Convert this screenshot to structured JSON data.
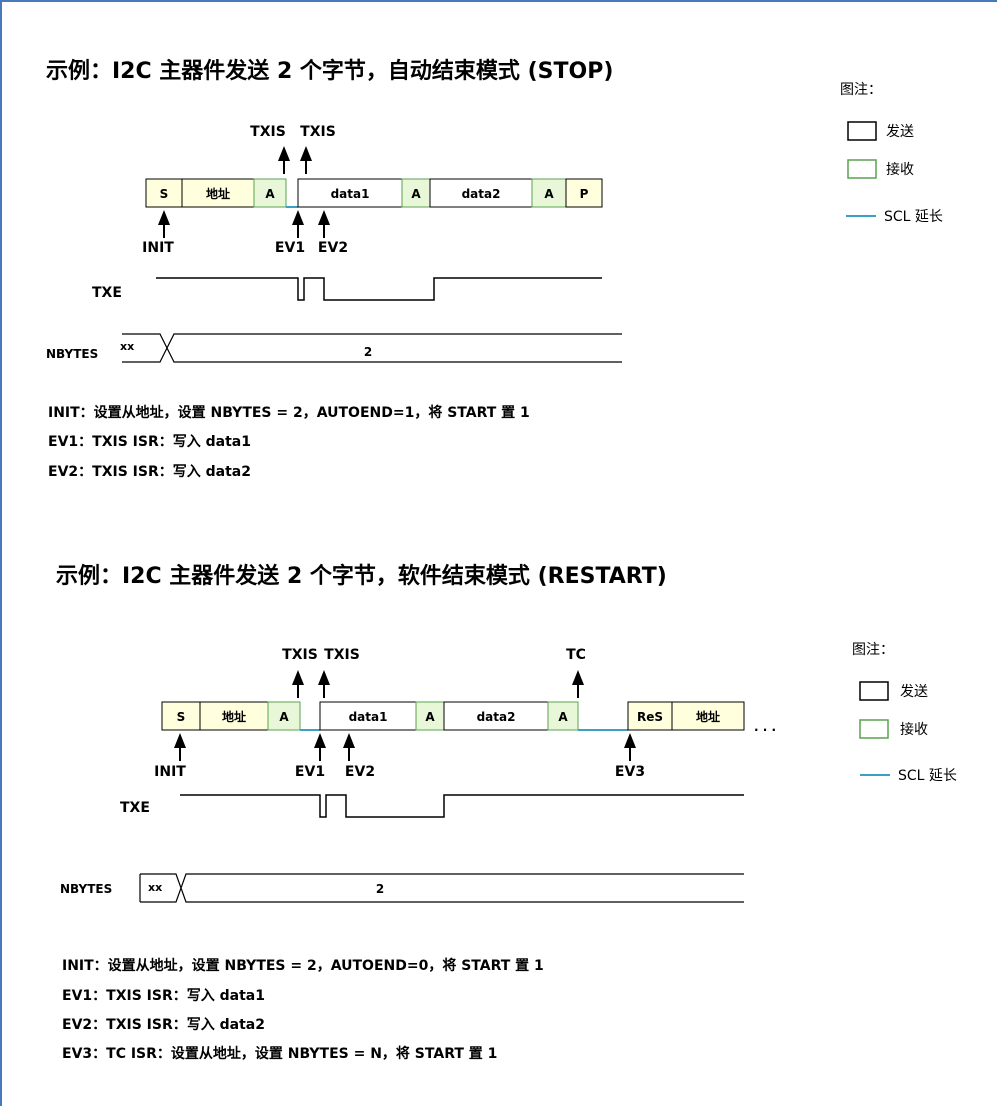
{
  "colors": {
    "send_box_fill": "#ffffdd",
    "receive_box_fill": "#e8f7d8",
    "receive_border": "#5aa050",
    "scl_stretch": "#3aa0c8",
    "frame": "#4a78b8"
  },
  "icons": [
    "up-arrow-icon"
  ],
  "diagram1": {
    "title": "示例：I2C 主器件发送 2 个字节，自动结束模式 (STOP)",
    "legend": {
      "title": "图注：",
      "send": "发送",
      "receive": "接收",
      "scl": "SCL 延长"
    },
    "frame": {
      "s": "S",
      "addr": "地址",
      "a1": "A",
      "data1": "data1",
      "a2": "A",
      "data2": "data2",
      "a3": "A",
      "p": "P"
    },
    "events": {
      "txis1": "TXIS",
      "txis2": "TXIS",
      "init": "INIT",
      "ev1": "EV1",
      "ev2": "EV2"
    },
    "signals": {
      "txe": "TXE",
      "nbytes": "NBYTES",
      "nb_old": "xx",
      "nb_new": "2"
    },
    "notes": [
      "INIT：设置从地址，设置 NBYTES = 2，AUTOEND=1，将 START 置 1",
      "EV1：TXIS ISR：写入 data1",
      "EV2：TXIS ISR：写入 data2"
    ]
  },
  "diagram2": {
    "title": "示例：I2C 主器件发送 2 个字节，软件结束模式 (RESTART)",
    "legend": {
      "title": "图注：",
      "send": "发送",
      "receive": "接收",
      "scl": "SCL 延长"
    },
    "frame": {
      "s": "S",
      "addr": "地址",
      "a1": "A",
      "data1": "data1",
      "a2": "A",
      "data2": "data2",
      "a3": "A",
      "res": "ReS",
      "addr2": "地址",
      "dots": "· · ·"
    },
    "events": {
      "txis1": "TXIS",
      "txis2": "TXIS",
      "tc": "TC",
      "init": "INIT",
      "ev1": "EV1",
      "ev2": "EV2",
      "ev3": "EV3"
    },
    "signals": {
      "txe": "TXE",
      "nbytes": "NBYTES",
      "nb_old": "xx",
      "nb_new": "2"
    },
    "notes": [
      "INIT：设置从地址，设置 NBYTES = 2，AUTOEND=0，将 START 置 1",
      "EV1：TXIS ISR：写入 data1",
      "EV2：TXIS ISR：写入 data2",
      "EV3：TC ISR：设置从地址，设置 NBYTES = N，将 START 置 1"
    ]
  }
}
